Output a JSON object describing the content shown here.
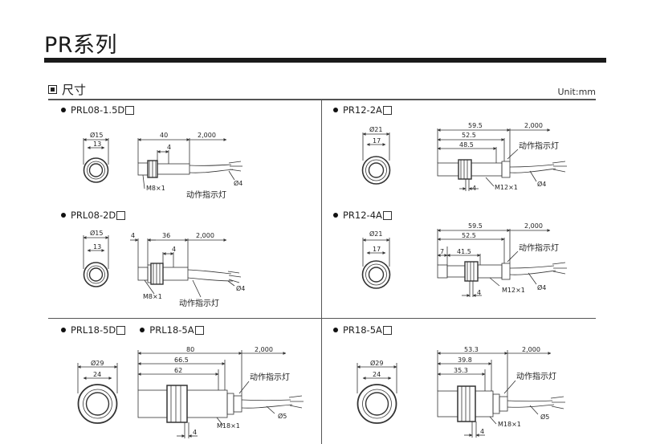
{
  "page_title": "PR系列",
  "section": {
    "title": "尺寸",
    "unit": "Unit:mm"
  },
  "panels": [
    {
      "label": "PRL08-1.5D",
      "dims": {
        "diameter": "Ø15",
        "inner": "13",
        "length": "40",
        "thread_len": "4",
        "cable": "2,000",
        "thread": "M8×1",
        "cable_dia": "Ø4",
        "indicator": "动作指示灯"
      }
    },
    {
      "label": "PR12-2A",
      "dims": {
        "diameter": "Ø21",
        "inner": "17",
        "overall": "59.5",
        "body": "52.5",
        "thread_body": "48.5",
        "cable": "2,000",
        "indicator": "动作指示灯",
        "nut": "4",
        "thread": "M12×1",
        "cable_dia": "Ø4"
      }
    },
    {
      "label": "PRL08-2D",
      "dims": {
        "diameter": "Ø15",
        "inner": "13",
        "front": "4",
        "length": "36",
        "cable": "2,000",
        "thread_len": "4",
        "thread": "M8×1",
        "cable_dia": "Ø4",
        "indicator": "动作指示灯"
      }
    },
    {
      "label": "PR12-4A",
      "dims": {
        "diameter": "Ø21",
        "inner": "17",
        "overall": "59.5",
        "body": "52.5",
        "front": "7",
        "thread_body": "41.5",
        "cable": "2,000",
        "indicator": "动作指示灯",
        "nut": "4",
        "thread": "M12×1",
        "cable_dia": "Ø4"
      }
    },
    {
      "label": "PRL18-5D",
      "label2": "PRL18-5A",
      "dims": {
        "diameter": "Ø29",
        "inner": "24",
        "overall": "80",
        "body": "66.5",
        "thread_body": "62",
        "cable": "2,000",
        "indicator": "动作指示灯",
        "thread": "M18×1",
        "nut": "4",
        "cable_dia": "Ø5"
      }
    },
    {
      "label": "PR18-5A",
      "dims": {
        "diameter": "Ø29",
        "inner": "24",
        "overall": "53.3",
        "body": "39.8",
        "thread_body": "35.3",
        "cable": "2,000",
        "indicator": "动作指示灯",
        "thread": "M18×1",
        "nut": "4",
        "cable_dia": "Ø5"
      }
    }
  ]
}
